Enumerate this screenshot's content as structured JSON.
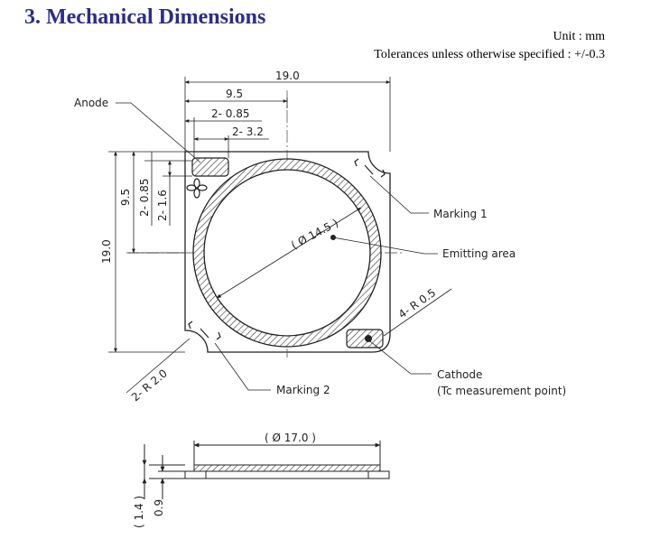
{
  "header": {
    "title": "3. Mechanical Dimensions",
    "unit": "Unit : mm",
    "tolerance": "Tolerances unless otherwise specified : +/-0.3"
  },
  "dims": {
    "width": "19.0",
    "half_width": "9.5",
    "anode_pad_x": "2- 0.85",
    "anode_pad_w": "2- 3.2",
    "height": "19.0",
    "half_height": "9.5",
    "anode_pad_y": "2- 0.85",
    "anode_pad_h": "2- 1.6",
    "emitting_diameter": "( Ø 14.5 )",
    "corner_radius_small": "4- R 0.5",
    "corner_radius_large": "2- R 2.0",
    "side_diameter": "( Ø  17.0 )",
    "total_thickness": "( 1.4 )",
    "substrate_thickness": "0.9"
  },
  "labels": {
    "anode": "Anode",
    "marking1": "Marking 1",
    "emitting_area": "Emitting area",
    "cathode": "Cathode",
    "cathode_sub": "(Tc measurement point)",
    "marking2": "Marking 2"
  }
}
